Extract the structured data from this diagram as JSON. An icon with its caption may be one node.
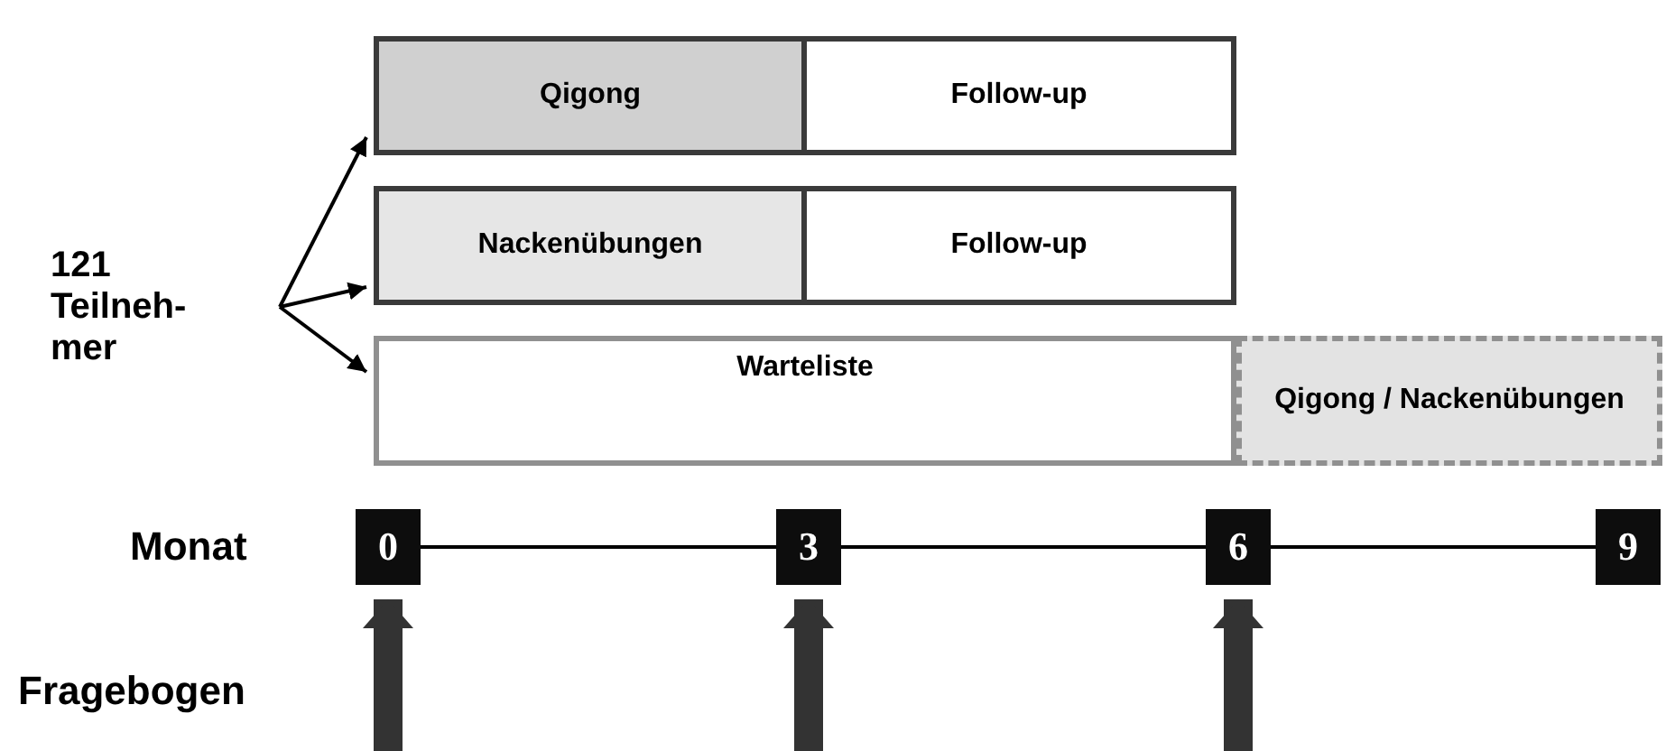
{
  "diagram": {
    "nodes": [
      {
        "text": [
          "121 Teilneh- mer"
        ]
      },
      {
        "text": [
          "Qigong"
        ]
      },
      {
        "text": [
          "Follow-up"
        ]
      },
      {
        "text": [
          "Nackenübungen"
        ]
      },
      {
        "text": [
          "Follow-up"
        ]
      },
      {
        "text": [
          "Warteliste"
        ]
      },
      {
        "text": [
          "Qigong / Nackenübungen"
        ]
      },
      {
        "text": [
          "0"
        ]
      },
      {
        "text": [
          "3"
        ]
      },
      {
        "text": [
          "6"
        ]
      },
      {
        "text": [
          "9"
        ]
      }
    ],
    "edges": [
      {
        "from": 0,
        "to": 1,
        "arrow": "to"
      },
      {
        "from": 0,
        "to": 3,
        "arrow": "to"
      },
      {
        "from": 0,
        "to": 5,
        "arrow": "to"
      },
      {
        "from": 7,
        "to": 8,
        "arrow": "none"
      },
      {
        "from": 8,
        "to": 9,
        "arrow": "none"
      },
      {
        "from": 9,
        "to": 10,
        "arrow": "none"
      },
      {
        "from": null,
        "to": 7,
        "arrow": "to",
        "style": "thick",
        "color": "#333333"
      },
      {
        "from": null,
        "to": 8,
        "arrow": "to",
        "style": "thick",
        "color": "#333333"
      },
      {
        "from": null,
        "to": 9,
        "arrow": "to",
        "style": "thick",
        "color": "#333333"
      }
    ],
    "labels": [
      "Monat",
      "Fragebogen"
    ]
  }
}
